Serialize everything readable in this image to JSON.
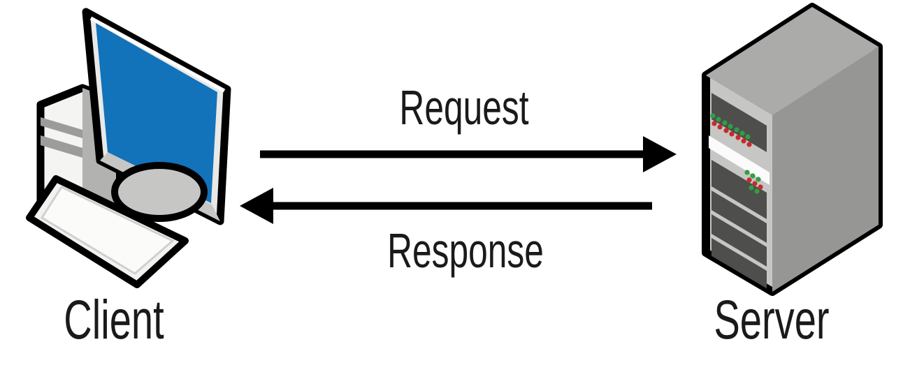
{
  "figure": {
    "title": "Client-Server request/response diagram",
    "background": "#ffffff",
    "nodes": [
      {
        "id": "client",
        "label": "Client",
        "icon": "desktop-computer-icon"
      },
      {
        "id": "server",
        "label": "Server",
        "icon": "server-tower-icon"
      }
    ],
    "arrows": [
      {
        "id": "request",
        "label": "Request",
        "direction": "client-to-server"
      },
      {
        "id": "response",
        "label": "Response",
        "direction": "server-to-client"
      }
    ]
  },
  "colors": {
    "background": "#ffffff",
    "outline": "#000000",
    "label_text": "#1a1a1a",
    "screen_blue": "#1272ba",
    "monitor_bezel": "#e9e9e7",
    "monitor_bezel_bottom": "#c6c6c4",
    "tower_front": "#f4f4f2",
    "tower_side": "#b2b2b0",
    "tower_stripe": "#9c9c9a",
    "stand_gray": "#c6c6c4",
    "keyboard_top": "#f2f2f0",
    "keyboard_inner": "#fbfbf9",
    "server_front": "#c6c6c4",
    "server_side": "#969694",
    "server_top": "#ababa9",
    "server_bay": "#4e4e4c",
    "server_stripe": "#fbfbfb",
    "led_green": "#2f9e44",
    "led_red": "#c92a2a"
  }
}
